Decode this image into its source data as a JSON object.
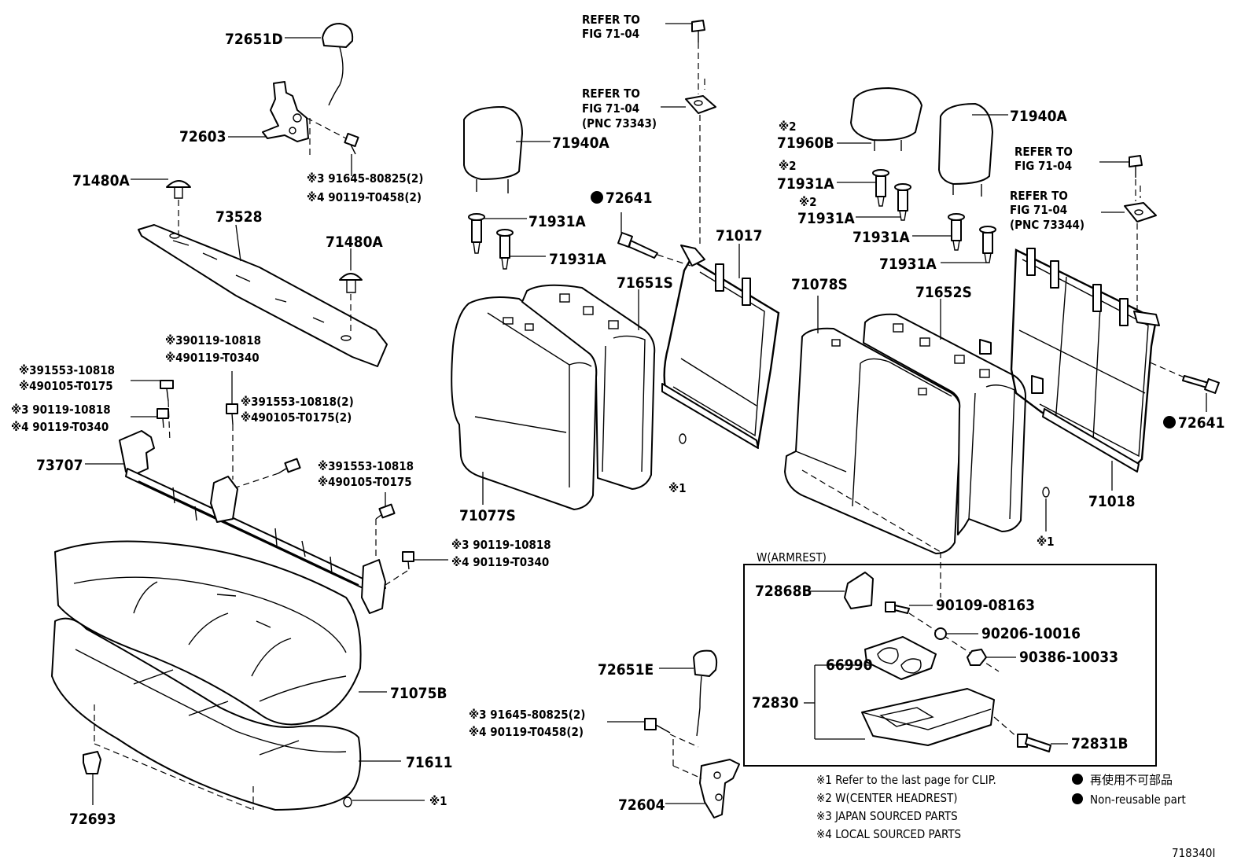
{
  "labels": {
    "p72651D": "72651D",
    "p72603": "72603",
    "p71480A_1": "71480A",
    "p73528": "73528",
    "p71480A_2": "71480A",
    "p73707": "73707",
    "p71075B": "71075B",
    "p71611": "71611",
    "p72693": "72693",
    "p71940A_1": "71940A",
    "p71931A_1": "71931A",
    "p71931A_2": "71931A",
    "p72641_1": "72641",
    "p71651S": "71651S",
    "p71017": "71017",
    "p71077S": "71077S",
    "p72651E": "72651E",
    "p72604": "72604",
    "p71960B": "71960B",
    "p71931A_3": "71931A",
    "p71931A_4": "71931A",
    "p71931A_5": "71931A",
    "p71931A_6": "71931A",
    "p71940A_2": "71940A",
    "p71078S": "71078S",
    "p71652S": "71652S",
    "p72641_2": "72641",
    "p71018": "71018",
    "p72868B": "72868B",
    "p90109": "90109-08163",
    "p90206": "90206-10016",
    "p66990": "66990",
    "p90386": "90386-10033",
    "p72830": "72830",
    "p72831B": "72831B",
    "sym_x1_a": "※1",
    "sym_x1_b": "※1",
    "sym_x1_c": "※1",
    "sym_x2_a": "※2",
    "sym_x2_b": "※2",
    "sym_x2_c": "※2",
    "armrest_title": "W(ARMREST)",
    "figure_id": "718340I"
  },
  "fasteners": {
    "f1a": "※3 91645-80825(2)",
    "f1b": "※4 90119-T0458(2)",
    "f2a": "※390119-10818",
    "f2b": "※490119-T0340",
    "f3a": "※391553-10818",
    "f3b": "※490105-T0175",
    "f4a": "※3 90119-10818",
    "f4b": "※4 90119-T0340",
    "f5a": "※391553-10818(2)",
    "f5b": "※490105-T0175(2)",
    "f6a": "※391553-10818",
    "f6b": "※490105-T0175",
    "f7a": "※3 90119-10818",
    "f7b": "※4 90119-T0340",
    "f8a": "※3 91645-80825(2)",
    "f8b": "※4 90119-T0458(2)"
  },
  "refers": {
    "r1a": "REFER TO",
    "r1b": "FIG 71-04",
    "r2a": "REFER TO",
    "r2b": "FIG 71-04",
    "r2c": "(PNC 73343)",
    "r3a": "REFER TO",
    "r3b": "FIG 71-04",
    "r4a": "REFER TO",
    "r4b": "FIG 71-04",
    "r4c": "(PNC 73344)"
  },
  "legend": {
    "n1": "※1 Refer to the last page for CLIP.",
    "n2": "※2 W(CENTER HEADREST)",
    "n3": "※3 JAPAN SOURCED PARTS",
    "n4": "※4 LOCAL SOURCED PARTS",
    "nonreusable_jp": "再使用不可部品",
    "nonreusable_en": "Non-reusable part"
  }
}
